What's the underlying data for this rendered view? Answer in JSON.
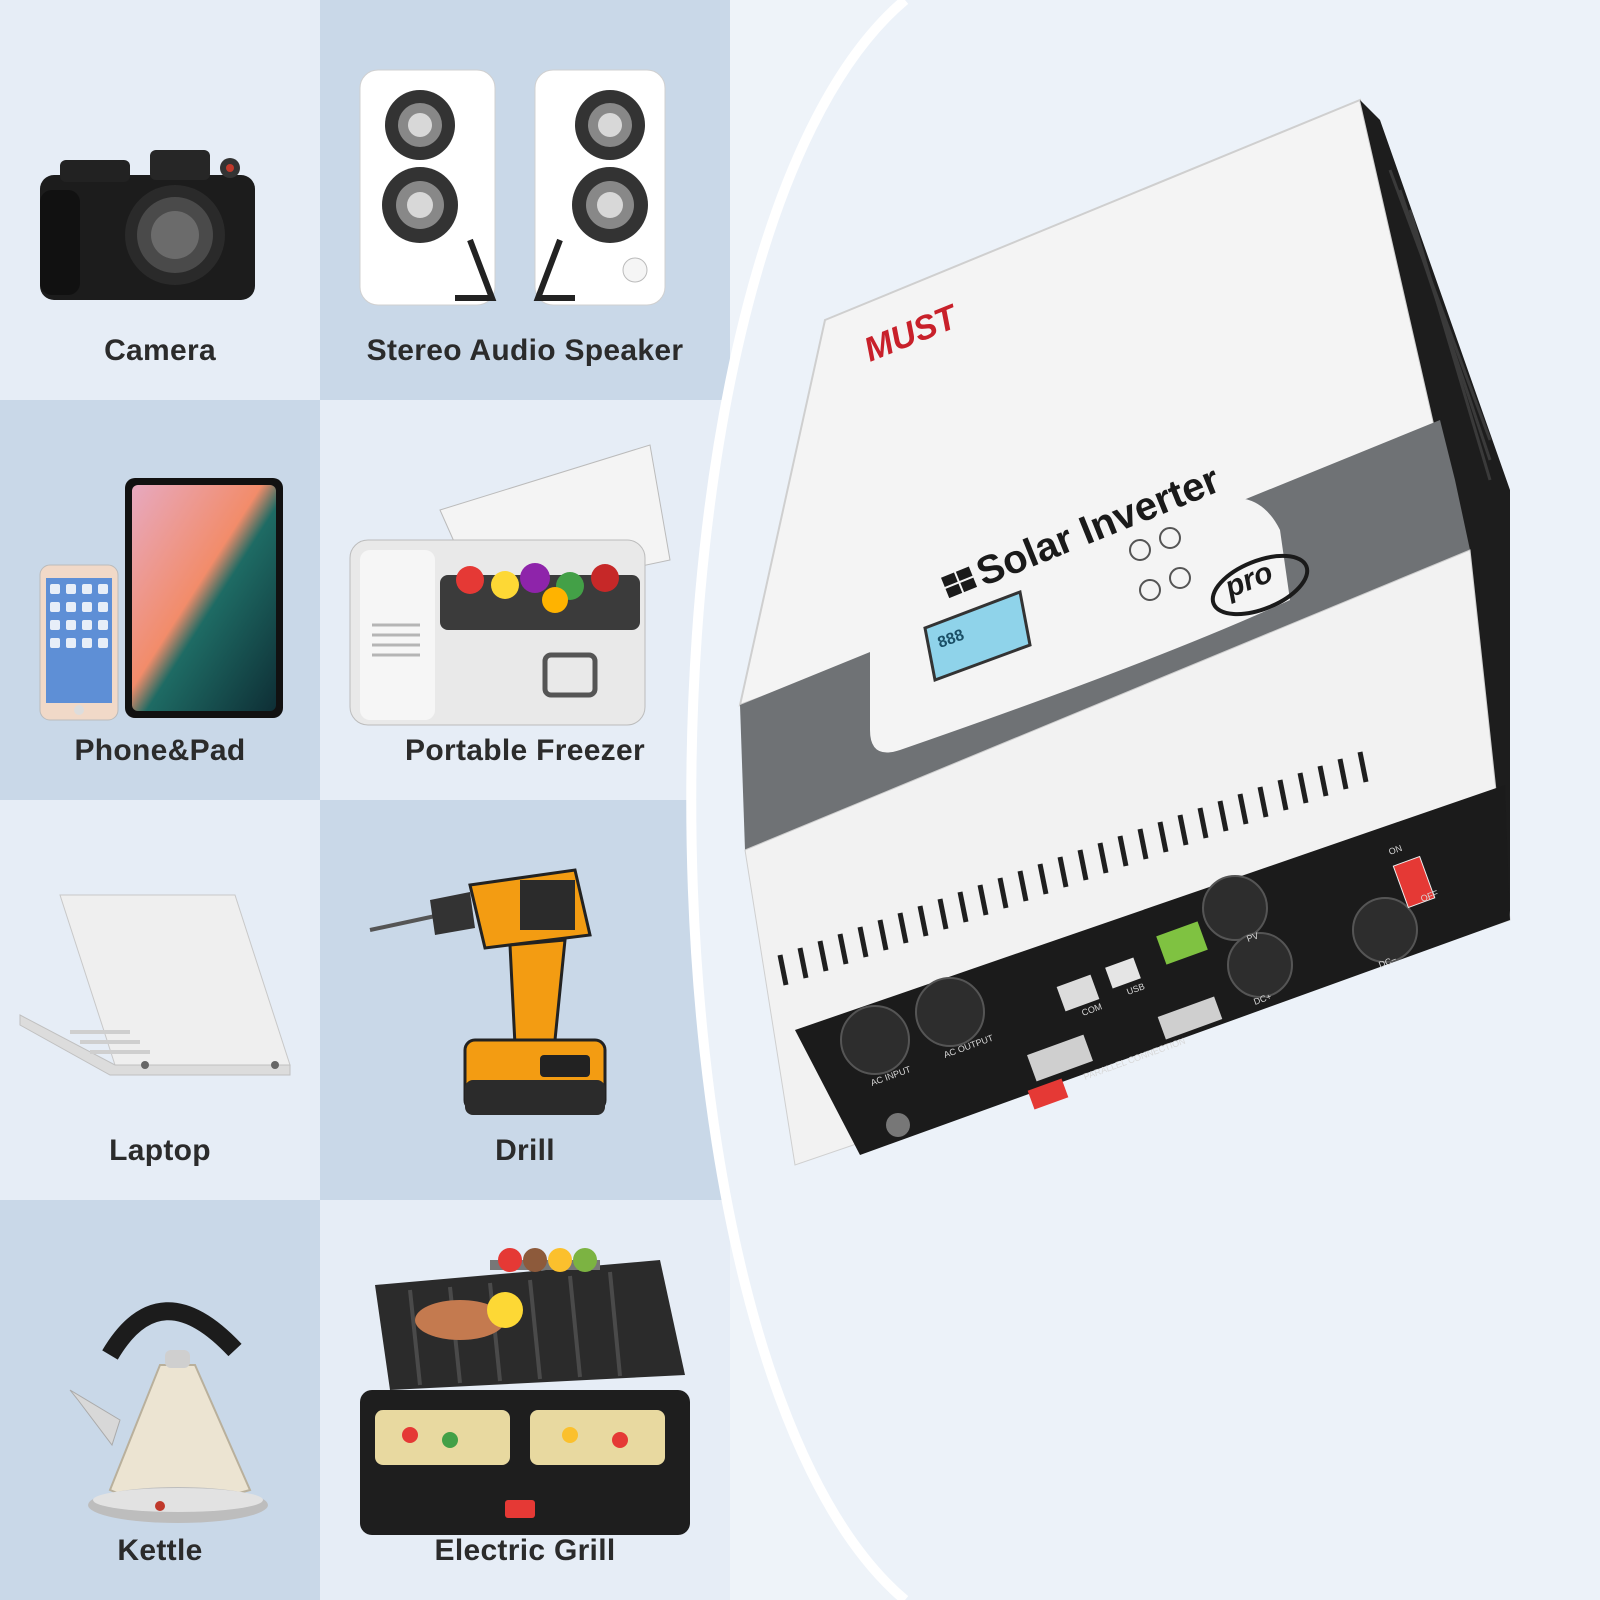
{
  "appliances": [
    {
      "label": "Camera",
      "icon": "camera-icon"
    },
    {
      "label": "Stereo Audio Speaker",
      "icon": "speaker-icon"
    },
    {
      "label": "Phone&Pad",
      "icon": "phone-tablet-icon"
    },
    {
      "label": "Portable Freezer",
      "icon": "freezer-icon"
    },
    {
      "label": "Laptop",
      "icon": "laptop-icon"
    },
    {
      "label": "Drill",
      "icon": "drill-icon"
    },
    {
      "label": "Kettle",
      "icon": "kettle-icon"
    },
    {
      "label": "Electric Grill",
      "icon": "grill-icon"
    }
  ],
  "product": {
    "brand": "MUST",
    "name": "Solar Inverter",
    "series": "pro",
    "lcd_readout": "888",
    "ports": {
      "ac_input": "AC INPUT",
      "ac_output": "AC OUTPUT",
      "com": "COM",
      "usb": "USB",
      "parallel": "PARALLEL CONNECTION",
      "pv": "PV",
      "dc_plus": "DC+",
      "dc_minus": "DC−",
      "switch_on": "ON",
      "switch_off": "OFF"
    }
  },
  "colors": {
    "panel_light": "#e6edf6",
    "panel_dark": "#c9d8e8",
    "brand_red": "#c8202a",
    "lcd": "#8fd3ea"
  }
}
